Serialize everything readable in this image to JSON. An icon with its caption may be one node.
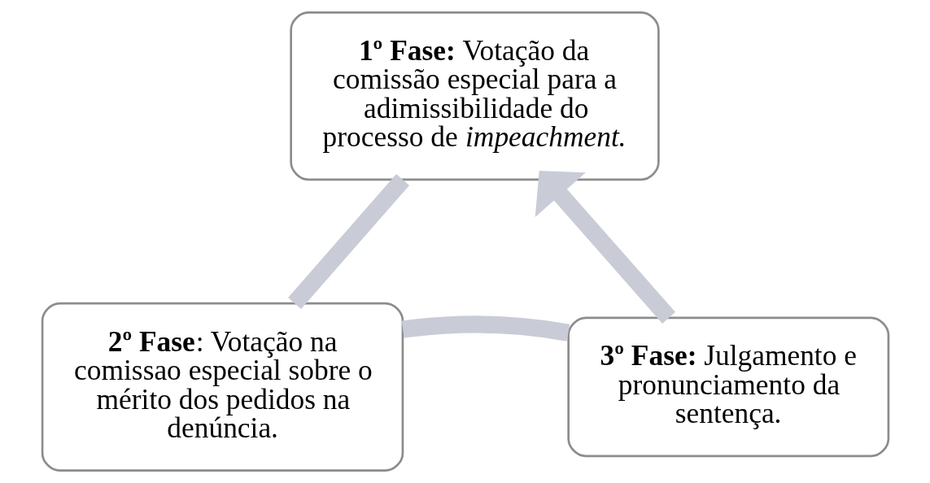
{
  "diagram": {
    "nodes": [
      {
        "text": [
          "**1º Fase:** Votação da comissão especial para a adimissibilidade do processo de *impeachment*."
        ]
      },
      {
        "text": [
          "**2º Fase**: Votação na comissao especial sobre o mérito dos pedidos na denúncia."
        ]
      },
      {
        "text": [
          "**3º Fase:** Julgamento e pronunciamento da sentença."
        ]
      }
    ],
    "edges": [
      {
        "from": 0,
        "to": 1,
        "arrow": "none"
      },
      {
        "from": 1,
        "to": 2,
        "arrow": "none"
      },
      {
        "from": 2,
        "to": 0,
        "arrow": "to"
      }
    ]
  }
}
